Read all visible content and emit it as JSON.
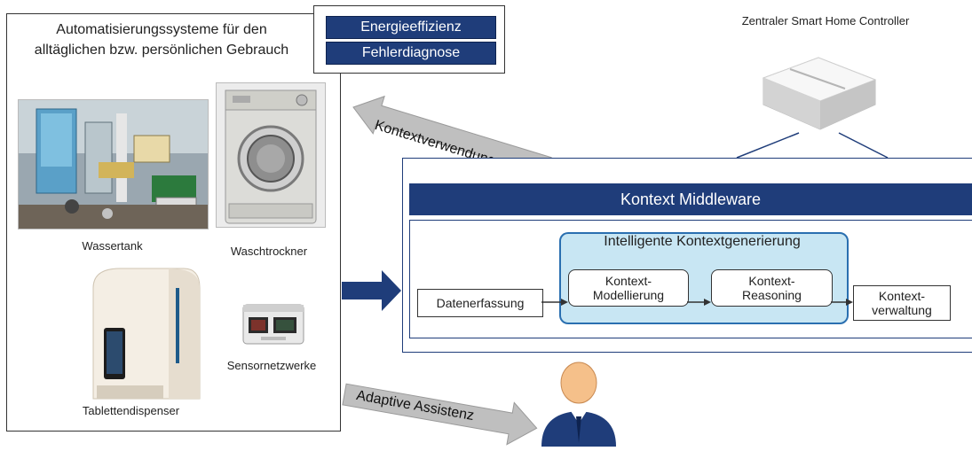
{
  "left_panel": {
    "title": "Automatisierungssysteme für den alltäglichen bzw. persönlichen Gebrauch",
    "items": [
      {
        "label": "Wassertank"
      },
      {
        "label": "Waschtrockner"
      },
      {
        "label": "Tablettendispenser"
      },
      {
        "label": "Sensornetzwerke"
      }
    ]
  },
  "uses": [
    "Energieeffizienz",
    "Fehlerdiagnose"
  ],
  "controller": {
    "label": "Zentraler Smart Home Controller"
  },
  "arrows": {
    "kontextverwendung": "Kontextverwendung",
    "adaptive": "Adaptive Assistenz"
  },
  "middleware": {
    "title": "Kontext Middleware",
    "generation_title": "Intelligente Kontextgenerierung",
    "datenerfassung": "Datenerfassung",
    "modellierung": "Kontext-\nModellierung",
    "reasoning": "Kontext-\nReasoning",
    "verwaltung": "Kontext-\nverwaltung"
  },
  "colors": {
    "navy": "#1f3d7a",
    "light_blue": "#c8e6f3",
    "arrow_gray": "#bfbfbf"
  }
}
